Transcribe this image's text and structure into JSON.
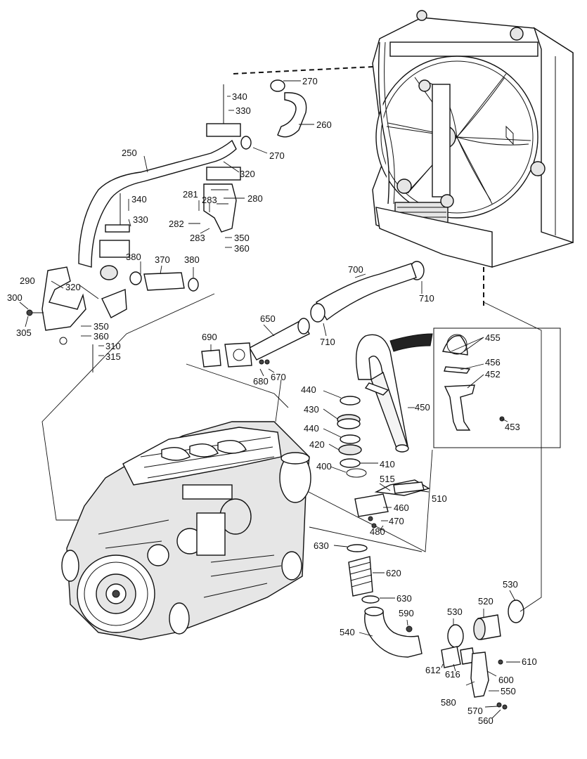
{
  "callouts": [
    {
      "id": "c270a",
      "text": "270"
    },
    {
      "id": "c340a",
      "text": "340"
    },
    {
      "id": "c330a",
      "text": "330"
    },
    {
      "id": "c260",
      "text": "260"
    },
    {
      "id": "c270b",
      "text": "270"
    },
    {
      "id": "c250",
      "text": "250"
    },
    {
      "id": "c320a",
      "text": "320"
    },
    {
      "id": "c281",
      "text": "281"
    },
    {
      "id": "c283a",
      "text": "283"
    },
    {
      "id": "c280",
      "text": "280"
    },
    {
      "id": "c340b",
      "text": "340"
    },
    {
      "id": "c330b",
      "text": "330"
    },
    {
      "id": "c282",
      "text": "282"
    },
    {
      "id": "c283b",
      "text": "283"
    },
    {
      "id": "c350a",
      "text": "350"
    },
    {
      "id": "c360a",
      "text": "360"
    },
    {
      "id": "c380a",
      "text": "380"
    },
    {
      "id": "c370",
      "text": "370"
    },
    {
      "id": "c380b",
      "text": "380"
    },
    {
      "id": "c700",
      "text": "700"
    },
    {
      "id": "c290",
      "text": "290"
    },
    {
      "id": "c320b",
      "text": "320"
    },
    {
      "id": "c300",
      "text": "300"
    },
    {
      "id": "c710a",
      "text": "710"
    },
    {
      "id": "c350b",
      "text": "350"
    },
    {
      "id": "c305",
      "text": "305"
    },
    {
      "id": "c360b",
      "text": "360"
    },
    {
      "id": "c310",
      "text": "310"
    },
    {
      "id": "c315",
      "text": "315"
    },
    {
      "id": "c650",
      "text": "650"
    },
    {
      "id": "c710b",
      "text": "710"
    },
    {
      "id": "c690",
      "text": "690"
    },
    {
      "id": "c455",
      "text": "455"
    },
    {
      "id": "c456",
      "text": "456"
    },
    {
      "id": "c452",
      "text": "452"
    },
    {
      "id": "c680",
      "text": "680"
    },
    {
      "id": "c670",
      "text": "670"
    },
    {
      "id": "c440a",
      "text": "440"
    },
    {
      "id": "c450",
      "text": "450"
    },
    {
      "id": "c430",
      "text": "430"
    },
    {
      "id": "c453",
      "text": "453"
    },
    {
      "id": "c440b",
      "text": "440"
    },
    {
      "id": "c420",
      "text": "420"
    },
    {
      "id": "c400",
      "text": "400"
    },
    {
      "id": "c410",
      "text": "410"
    },
    {
      "id": "c515",
      "text": "515"
    },
    {
      "id": "c510",
      "text": "510"
    },
    {
      "id": "c460",
      "text": "460"
    },
    {
      "id": "c470",
      "text": "470"
    },
    {
      "id": "c480",
      "text": "480"
    },
    {
      "id": "c630a",
      "text": "630"
    },
    {
      "id": "c620",
      "text": "620"
    },
    {
      "id": "c630b",
      "text": "630"
    },
    {
      "id": "c530a",
      "text": "530"
    },
    {
      "id": "c520",
      "text": "520"
    },
    {
      "id": "c590",
      "text": "590"
    },
    {
      "id": "c530b",
      "text": "530"
    },
    {
      "id": "c540",
      "text": "540"
    },
    {
      "id": "c610",
      "text": "610"
    },
    {
      "id": "c612",
      "text": "612"
    },
    {
      "id": "c616",
      "text": "616"
    },
    {
      "id": "c600",
      "text": "600"
    },
    {
      "id": "c550",
      "text": "550"
    },
    {
      "id": "c580",
      "text": "580"
    },
    {
      "id": "c570",
      "text": "570"
    },
    {
      "id": "c560",
      "text": "560"
    }
  ]
}
